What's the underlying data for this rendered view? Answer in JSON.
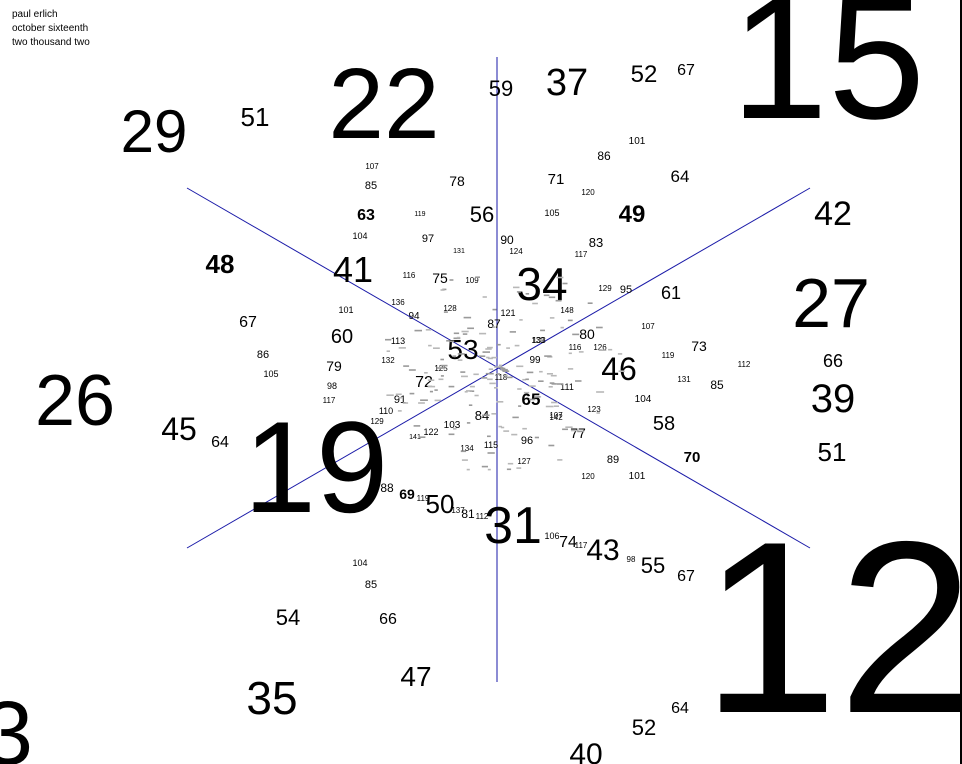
{
  "caption": [
    "paul erlich",
    "october sixteenth",
    "two thousand two"
  ],
  "colors": {
    "axis": "#1a1aa8",
    "text": "#000000",
    "background": "#ffffff"
  },
  "labels": [
    "15",
    "12",
    "22",
    "19",
    "26",
    "29",
    "37",
    "52",
    "67",
    "59",
    "51",
    "42",
    "27",
    "39",
    "66",
    "51",
    "101",
    "86",
    "64",
    "71",
    "120",
    "49",
    "105",
    "83",
    "117",
    "61",
    "95",
    "129",
    "107",
    "80",
    "126",
    "73",
    "119",
    "112",
    "85",
    "131",
    "104",
    "58",
    "70",
    "101",
    "89",
    "120",
    "107",
    "77",
    "96",
    "127",
    "115",
    "134",
    "84",
    "65",
    "123",
    "111",
    "142",
    "99",
    "116",
    "46",
    "34",
    "124",
    "90",
    "56",
    "78",
    "148",
    "139",
    "133",
    "121",
    "87",
    "53",
    "118",
    "107",
    "85",
    "63",
    "119",
    "104",
    "97",
    "131",
    "41",
    "116",
    "75",
    "109",
    "136",
    "101",
    "94",
    "128",
    "60",
    "113",
    "132",
    "125",
    "72",
    "79",
    "98",
    "91",
    "117",
    "110",
    "129",
    "122",
    "141",
    "103",
    "48",
    "67",
    "86",
    "105",
    "45",
    "64",
    "88",
    "69",
    "119",
    "50",
    "137",
    "81",
    "112",
    "31",
    "106",
    "74",
    "117",
    "43",
    "98",
    "55",
    "67",
    "104",
    "85",
    "54",
    "66",
    "35",
    "47",
    "52",
    "64",
    "40",
    "3"
  ]
}
